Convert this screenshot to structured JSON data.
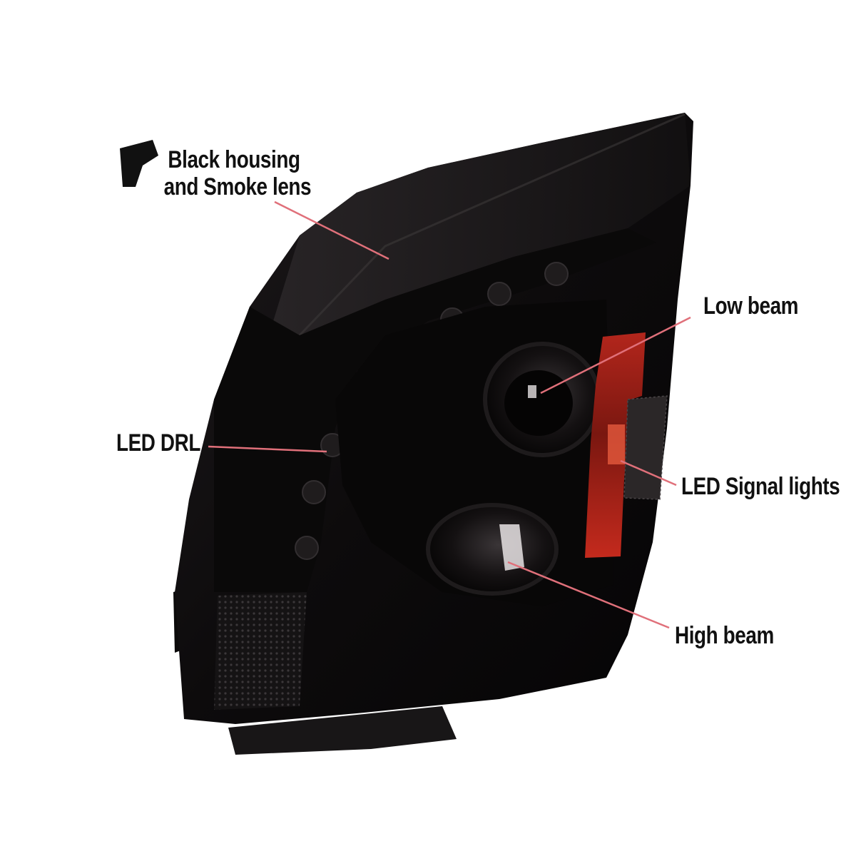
{
  "callouts": {
    "housing_line1": "Black housing",
    "housing_line2": "and Smoke lens",
    "low_beam": "Low beam",
    "led_drl": "LED DRL",
    "signal_lights": "LED Signal lights",
    "high_beam": "High beam"
  },
  "colors": {
    "leader_line": "#e0707a",
    "signal_lens": "#c8281e",
    "housing": "#0c0a0b"
  }
}
